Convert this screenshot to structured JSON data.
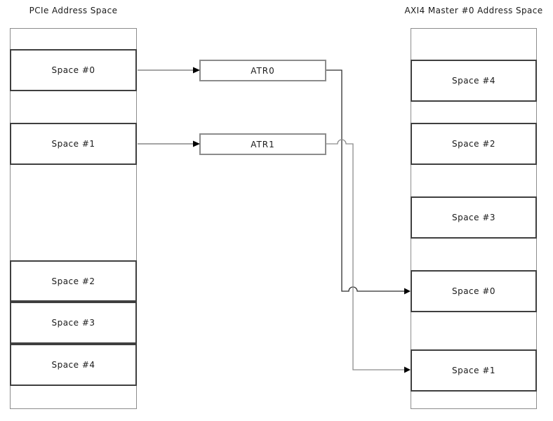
{
  "pcie_column": {
    "title": "PCIe Address Space",
    "spaces": [
      "Space #0",
      "Space #1",
      "Space #2",
      "Space #3",
      "Space #4"
    ]
  },
  "axi4_column": {
    "title": "AXI4 Master #0 Address Space",
    "spaces": [
      "Space #4",
      "Space #2",
      "Space #3",
      "Space #0",
      "Space #1"
    ]
  },
  "translators": [
    "ATR0",
    "ATR1"
  ],
  "connections": [
    {
      "from": "PCIe Space #0",
      "via": "ATR0",
      "to": "AXI4 Space #0"
    },
    {
      "from": "PCIe Space #1",
      "via": "ATR1",
      "to": "AXI4 Space #1"
    }
  ],
  "colors": {
    "space_border": "#3f3f3f",
    "column_border": "#8c8c8c",
    "atr_border": "#8c8c8c",
    "line_dark": "#2f2f2f",
    "line_gray": "#8c8c8c",
    "line_input": "#6f6f6f",
    "arrowhead": "#000000",
    "text": "#1a1a1a"
  }
}
